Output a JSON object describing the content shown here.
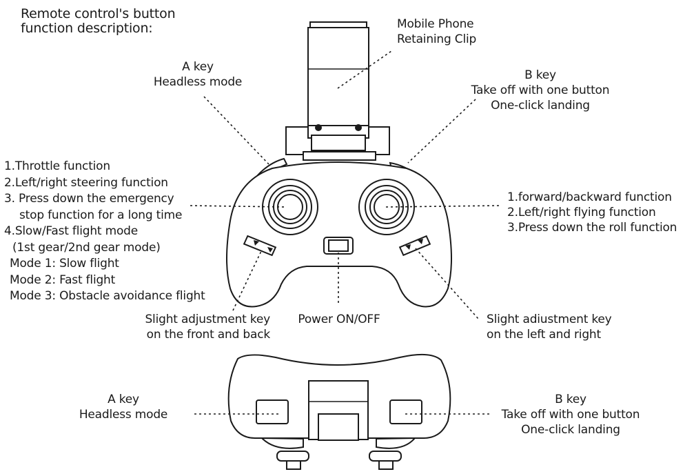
{
  "title": {
    "line1": "Remote control's button",
    "line2": "function description:"
  },
  "phone_clip": {
    "line1": "Mobile Phone",
    "line2": "Retaining Clip"
  },
  "a_key_top": {
    "line1": "A key",
    "line2": "Headless mode"
  },
  "b_key_top": {
    "line1": "B key",
    "line2": "Take off with one button",
    "line3": "One-click landing"
  },
  "left_stick": {
    "lines": [
      "1.Throttle function",
      "2.Left/right steering function",
      "3. Press down the emergency",
      "stop function for a long time",
      "4.Slow/Fast flight mode",
      "(1st gear/2nd gear mode)",
      "Mode 1: Slow flight",
      "Mode 2: Fast flight",
      "Mode 3: Obstacle avoidance flight"
    ]
  },
  "right_stick": {
    "lines": [
      "1.forward/backward function",
      "2.Left/right flying function",
      "3.Press down the roll function"
    ]
  },
  "trim_front_back": {
    "line1": "Slight adjustment key",
    "line2": "on the front and back"
  },
  "power": {
    "label": "Power ON/OFF"
  },
  "trim_left_right": {
    "line1": "Slight adiustment key",
    "line2": "on the left and right"
  },
  "a_key_bottom": {
    "line1": "A key",
    "line2": "Headless mode"
  },
  "b_key_bottom": {
    "line1": "B key",
    "line2": "Take off with one button",
    "line3": "One-click landing"
  }
}
